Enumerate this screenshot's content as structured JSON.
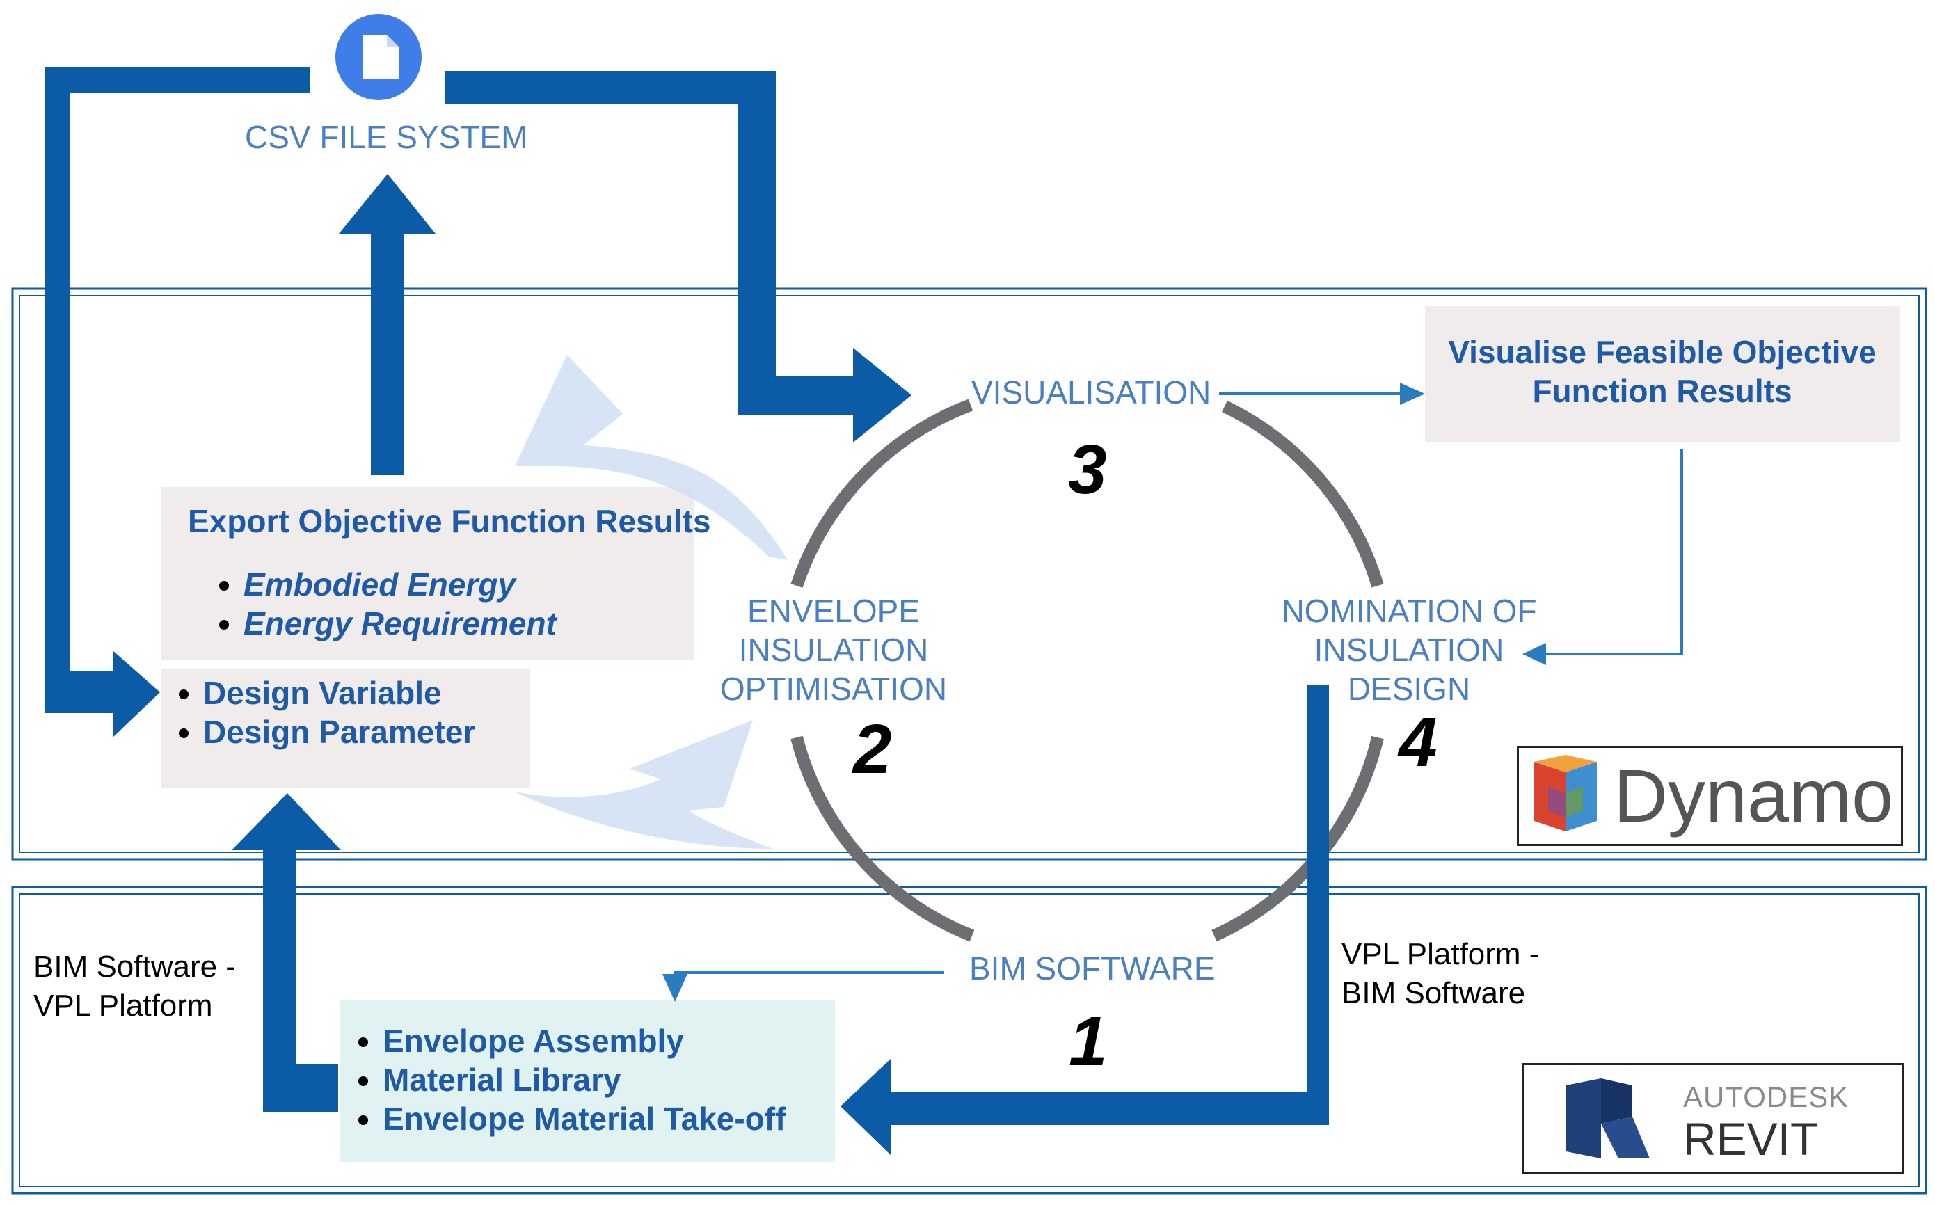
{
  "colors": {
    "arrow_dark": "#0b5ba6",
    "arrow_light": "#d3e1f5",
    "cycle_ring": "#6d6e71",
    "box_grey": "#efeceb",
    "box_teal": "#e1f2f2",
    "text_blue": "#1f5aa6",
    "label_blue": "#4a7fc1"
  },
  "csv": {
    "icon": "document-icon",
    "label": "CSV FILE SYSTEM"
  },
  "stages": {
    "visualisation": {
      "label": "VISUALISATION",
      "number": "3"
    },
    "envelope": {
      "label_lines": [
        "ENVELOPE",
        "INSULATION",
        "OPTIMISATION"
      ],
      "number": "2"
    },
    "nomination": {
      "label_lines": [
        "NOMINATION OF",
        "INSULATION",
        "DESIGN"
      ],
      "number": "4"
    },
    "bim": {
      "label": "BIM SOFTWARE",
      "number": "1"
    }
  },
  "boxes": {
    "export": {
      "title": "Export Objective Function Results",
      "items": [
        "Embodied Energy",
        "Energy Requirement"
      ]
    },
    "design": {
      "items": [
        "Design Variable",
        "Design Parameter"
      ]
    },
    "visualise": {
      "lines": [
        "Visualise Feasible Objective",
        "Function Results"
      ]
    },
    "revit_data": {
      "items": [
        "Envelope Assembly",
        "Material Library",
        "Envelope Material Take-off"
      ]
    }
  },
  "side_labels": {
    "left": [
      "BIM Software -",
      "VPL Platform"
    ],
    "right": [
      "VPL Platform -",
      "BIM Software"
    ]
  },
  "logos": {
    "dynamo": {
      "text": "Dynamo",
      "icon": "dynamo-logo-icon"
    },
    "revit": {
      "line1": "AUTODESK",
      "line2": "REVIT",
      "icon": "revit-logo-icon"
    }
  }
}
